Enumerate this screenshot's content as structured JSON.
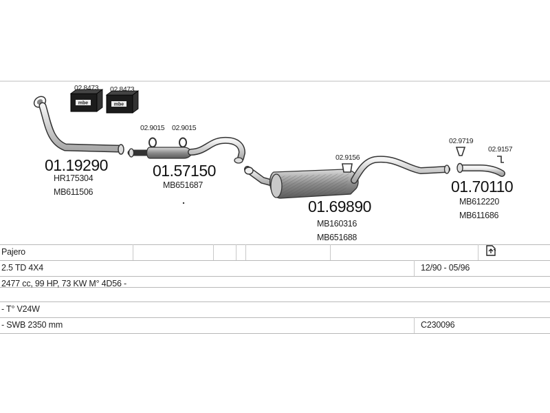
{
  "parts": {
    "part_1": {
      "number": "01.19290",
      "ref1": "HR175304",
      "ref2": "MB611506"
    },
    "part_2": {
      "number": "01.57150",
      "ref1": "MB651687"
    },
    "part_3": {
      "number": "01.69890",
      "ref1": "MB160316",
      "ref2": "MB651688"
    },
    "part_4": {
      "number": "01.70110",
      "ref1": "MB612220",
      "ref2": "MB611686"
    }
  },
  "accessories": {
    "box_a": "02.8473",
    "box_b": "02.8473",
    "clamp_a": "02.9015",
    "clamp_b": "02.9015",
    "gasket": "02.9156",
    "hanger_a": "02.9719",
    "hanger_b": "02.9157"
  },
  "vehicle": {
    "model": "Pajero",
    "engine": "2.5 TD 4X4",
    "date_range": "12/90 - 05/96",
    "specs": "2477 cc, 99 HP, 73 KW  M° 4D56 -",
    "type_code": "- T° V24W",
    "wheelbase": "- SWB 2350 mm",
    "catalog_code": "C230096"
  },
  "icons": {
    "document": "document-icon"
  }
}
